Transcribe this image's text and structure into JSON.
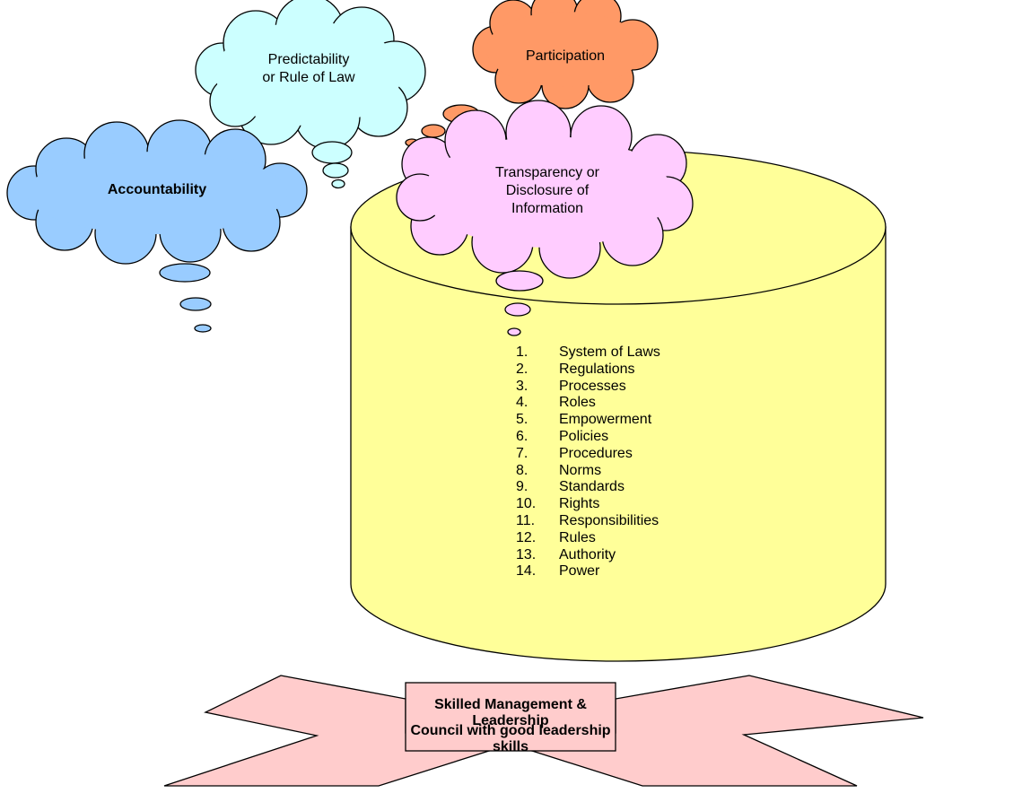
{
  "diagram": {
    "clouds": {
      "predictability": {
        "text_line1": "Predictability",
        "text_line2": "or Rule of Law",
        "color": "#CCFFFF"
      },
      "participation": {
        "text": "Participation",
        "color": "#FF9966"
      },
      "accountability": {
        "text": "Accountability",
        "color": "#99CCFF"
      },
      "transparency": {
        "text_line1": "Transparency or",
        "text_line2": "Disclosure of",
        "text_line3": "Information",
        "color": "#FFCCFF"
      }
    },
    "cylinder": {
      "color": "#FFFF99",
      "items": [
        {
          "num": "1.",
          "label": "System of Laws"
        },
        {
          "num": "2.",
          "label": "Regulations"
        },
        {
          "num": "3.",
          "label": "Processes"
        },
        {
          "num": "4.",
          "label": "Roles"
        },
        {
          "num": "5.",
          "label": "Empowerment"
        },
        {
          "num": "6.",
          "label": "Policies"
        },
        {
          "num": "7.",
          "label": "Procedures"
        },
        {
          "num": "8.",
          "label": "Norms"
        },
        {
          "num": "9.",
          "label": "Standards"
        },
        {
          "num": "10.",
          "label": "Rights"
        },
        {
          "num": "11.",
          "label": "Responsibilities"
        },
        {
          "num": "12.",
          "label": "Rules"
        },
        {
          "num": "13.",
          "label": "Authority"
        },
        {
          "num": "14.",
          "label": "Power"
        }
      ]
    },
    "banner": {
      "line1": "Skilled Management & Leadership",
      "line2": "Council with good leadership skills",
      "color": "#FFCCCC"
    }
  }
}
